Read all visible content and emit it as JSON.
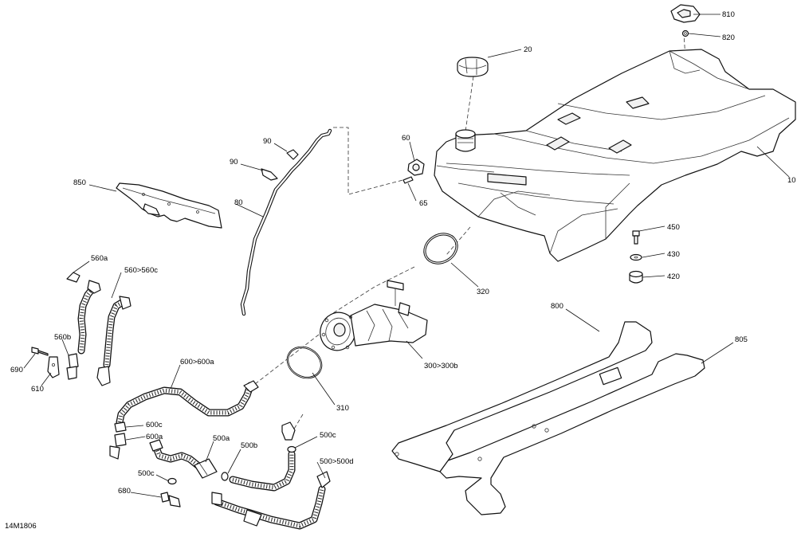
{
  "diagram": {
    "figure_code": "14M1806",
    "callouts": {
      "c810": "810",
      "c820": "820",
      "c20": "20",
      "c10": "10",
      "c60": "60",
      "c65": "65",
      "c90a": "90",
      "c90b": "90",
      "c80": "80",
      "c850": "850",
      "c450": "450",
      "c430": "430",
      "c420": "420",
      "c320": "320",
      "c800": "800",
      "c805": "805",
      "c560a": "560a",
      "c560_560c": "560>560c",
      "c560b": "560b",
      "c690": "690",
      "c610": "610",
      "c600_600a": "600>600a",
      "c300_300b": "300>300b",
      "c310": "310",
      "c600c": "600c",
      "c600a": "600a",
      "c500a": "500a",
      "c500b": "500b",
      "c500c_top": "500c",
      "c500_500d": "500>500d",
      "c500c_low": "500c",
      "c680": "680"
    }
  }
}
